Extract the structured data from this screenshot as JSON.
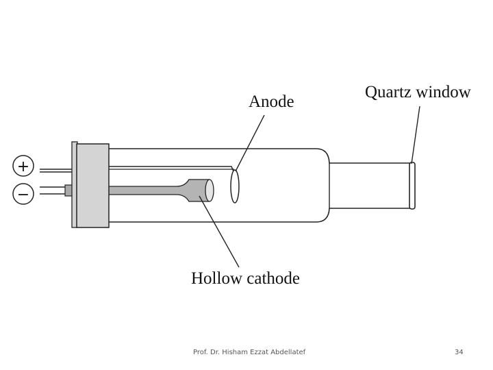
{
  "diagram": {
    "labels": {
      "anode": "Anode",
      "quartz_window": "Quartz window",
      "hollow_cathode": "Hollow cathode"
    },
    "terminals": {
      "positive": "+",
      "negative": "−"
    }
  },
  "footer": {
    "author": "Prof. Dr. Hisham Ezzat Abdellatef",
    "page_number": "34"
  }
}
